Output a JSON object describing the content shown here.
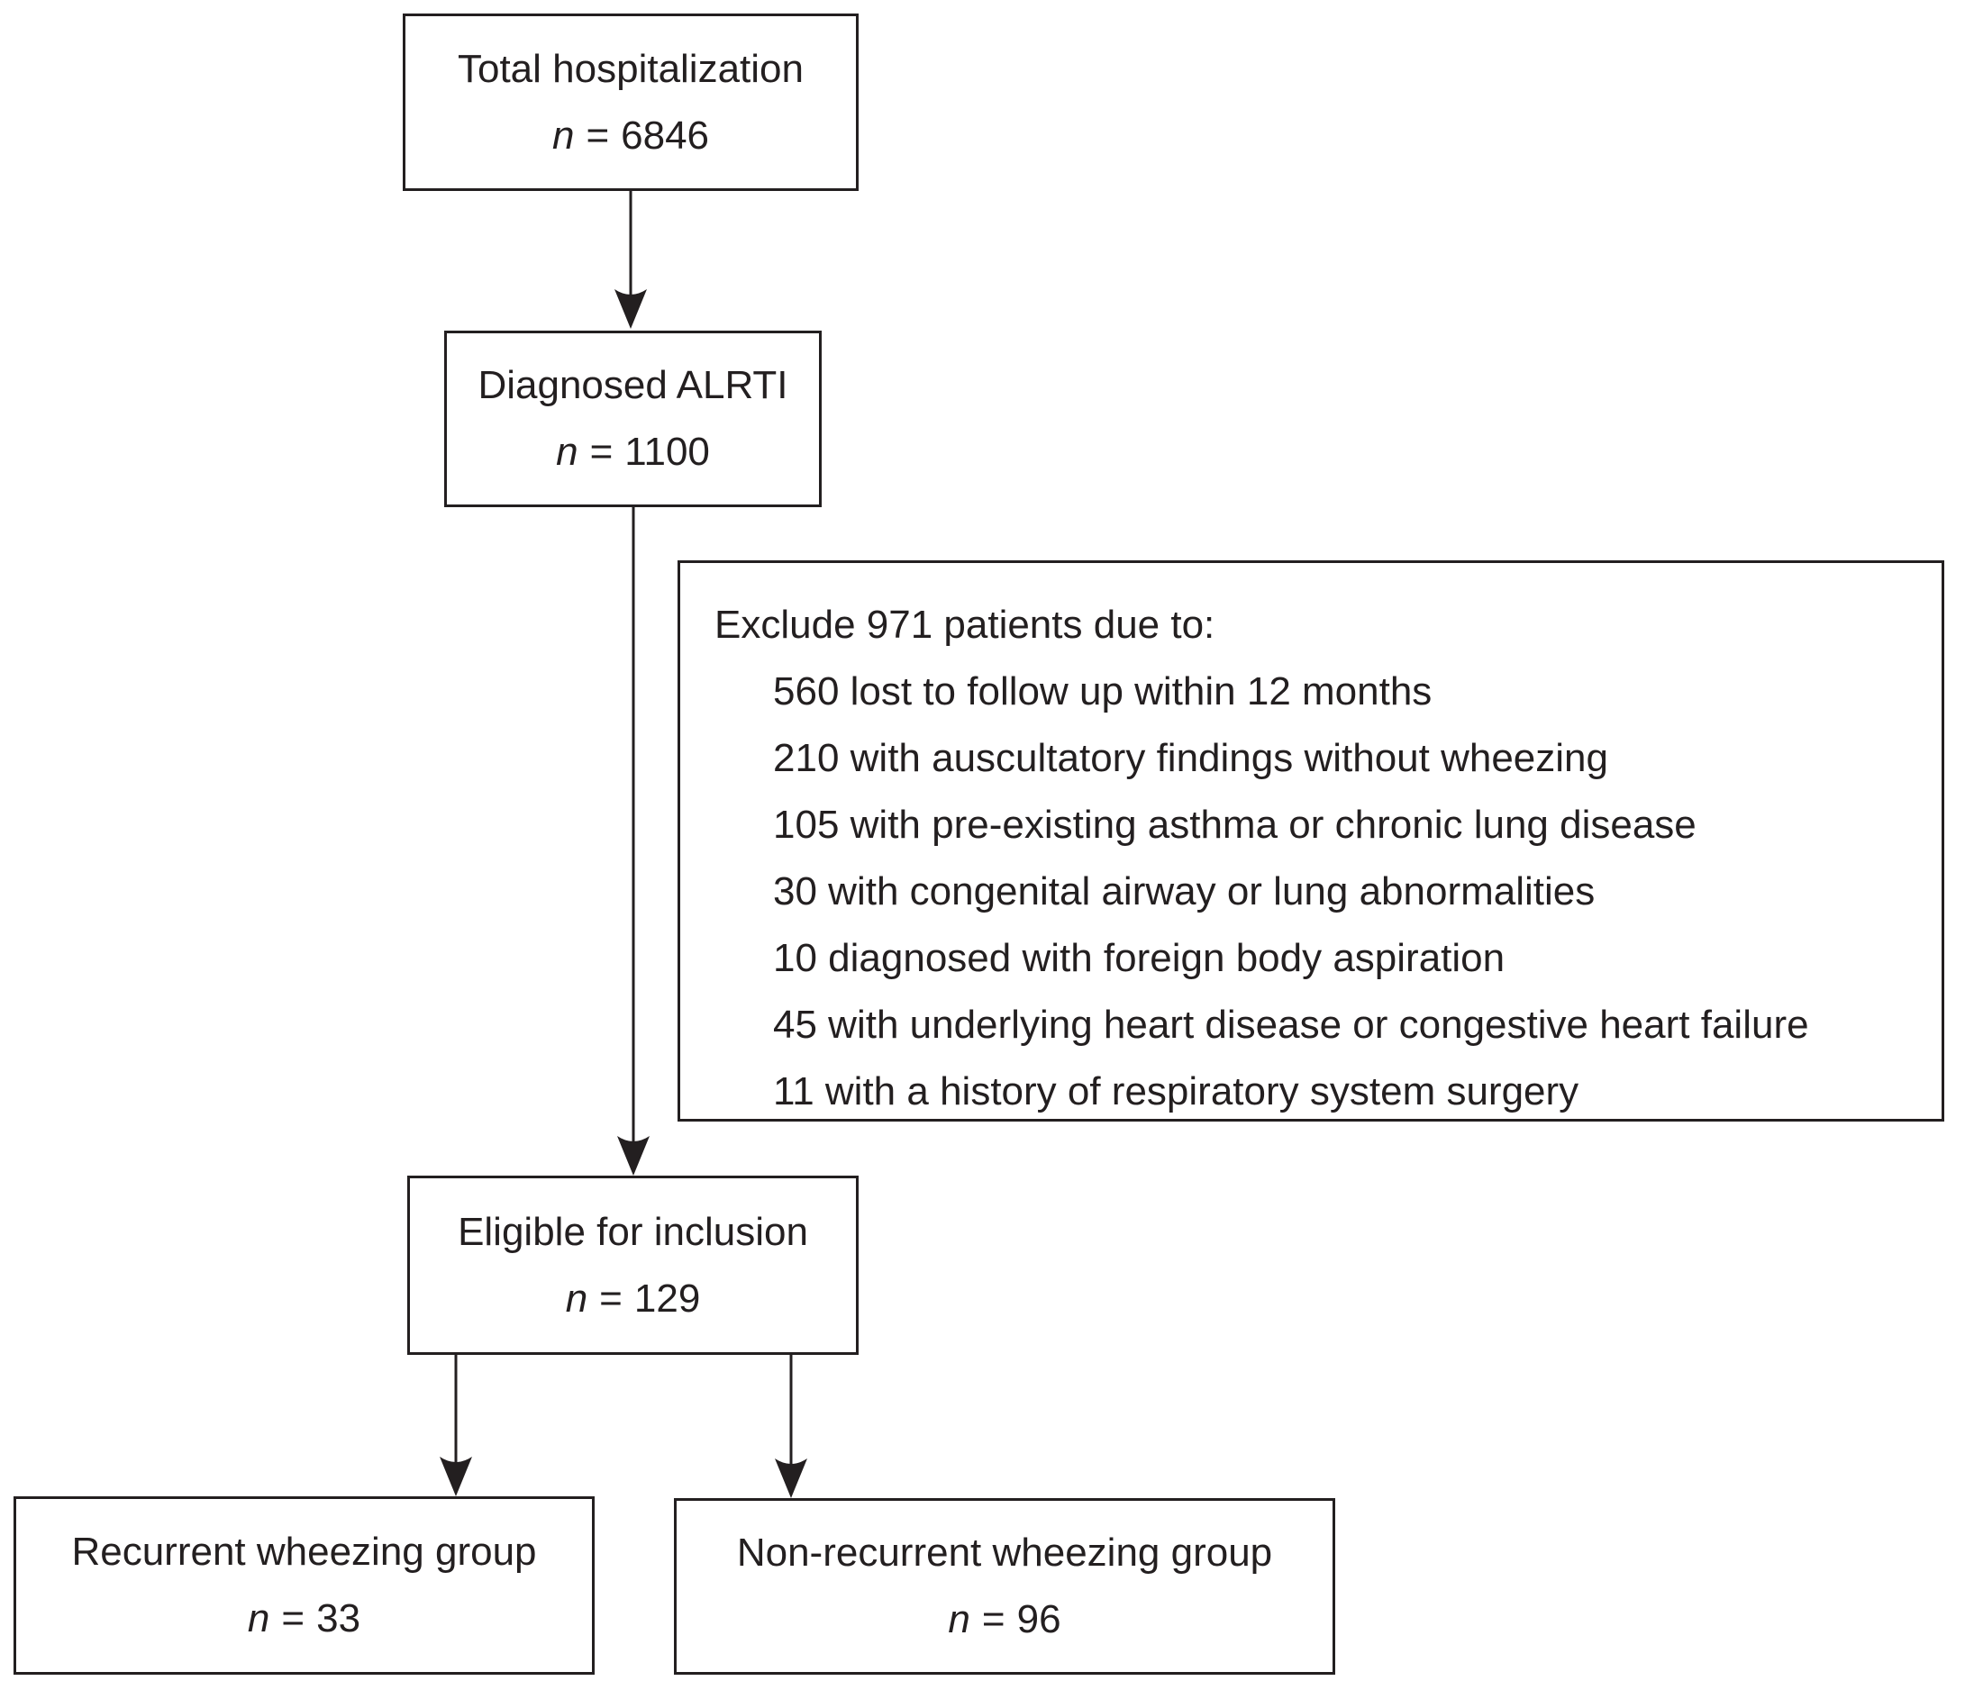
{
  "labels": {
    "n": "n",
    "eq": "="
  },
  "boxes": {
    "total": {
      "title": "Total hospitalization",
      "count": "6846"
    },
    "alrti": {
      "title": "Diagnosed ALRTI",
      "count": "1100"
    },
    "eligible": {
      "title": "Eligible for inclusion",
      "count": "129"
    },
    "recurrent": {
      "title": "Recurrent wheezing group",
      "count": "33"
    },
    "nonrecurrent": {
      "title": "Non-recurrent wheezing group",
      "count": "96"
    }
  },
  "exclusion": {
    "title": "Exclude 971 patients due to:",
    "items": [
      "560 lost to follow up within 12 months",
      "210 with auscultatory findings without wheezing",
      "105 with pre-existing asthma or chronic lung disease",
      "30 with congenital airway or lung abnormalities",
      "10 diagnosed with foreign body aspiration",
      "45 with underlying heart disease or congestive heart failure",
      "11 with a history of respiratory system surgery"
    ]
  },
  "colors": {
    "ink": "#231f20",
    "background": "#ffffff"
  }
}
